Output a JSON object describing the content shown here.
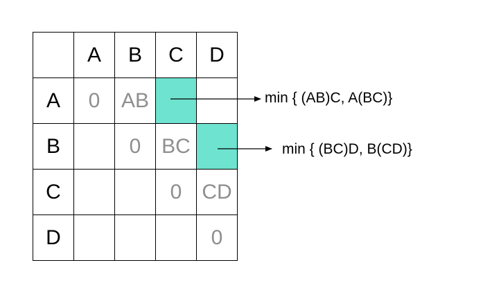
{
  "table": {
    "columns": [
      "",
      "A",
      "B",
      "C",
      "D"
    ],
    "rows": [
      {
        "label": "A",
        "cells": [
          "0",
          "AB",
          "",
          ""
        ]
      },
      {
        "label": "B",
        "cells": [
          "",
          "0",
          "BC",
          ""
        ]
      },
      {
        "label": "C",
        "cells": [
          "",
          "",
          "0",
          "CD"
        ]
      },
      {
        "label": "D",
        "cells": [
          "",
          "",
          "",
          "0"
        ]
      }
    ],
    "highlight_color": "#6ee3d0",
    "value_color": "#8e8e8e"
  },
  "annotations": [
    {
      "text": "min { (AB)C, A(BC)}"
    },
    {
      "text": "min { (BC)D, B(CD)}"
    }
  ]
}
